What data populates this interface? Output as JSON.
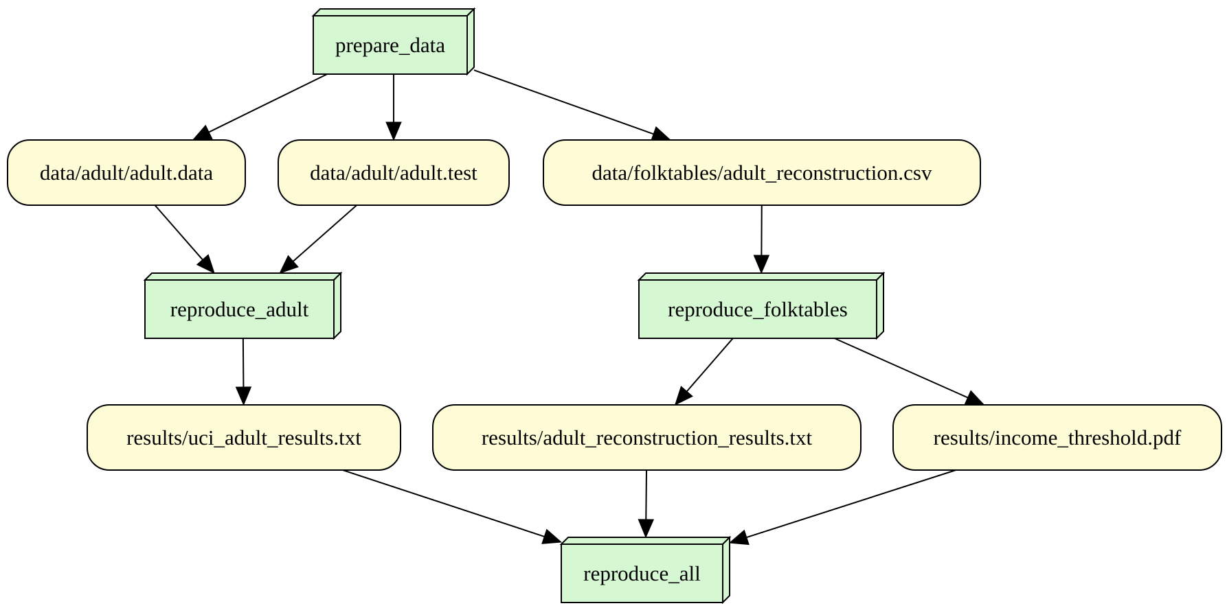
{
  "diagram": {
    "colors": {
      "task_fill": "#d5f7d2",
      "file_fill": "#fefcd6",
      "stroke": "#000000"
    },
    "nodes": [
      {
        "id": "prepare_data",
        "label": "prepare_data",
        "kind": "task"
      },
      {
        "id": "adult_data",
        "label": "data/adult/adult.data",
        "kind": "file"
      },
      {
        "id": "adult_test",
        "label": "data/adult/adult.test",
        "kind": "file"
      },
      {
        "id": "folk_csv",
        "label": "data/folktables/adult_reconstruction.csv",
        "kind": "file"
      },
      {
        "id": "reproduce_adult",
        "label": "reproduce_adult",
        "kind": "task"
      },
      {
        "id": "reproduce_folktables",
        "label": "reproduce_folktables",
        "kind": "task"
      },
      {
        "id": "uci_results",
        "label": "results/uci_adult_results.txt",
        "kind": "file"
      },
      {
        "id": "recon_results",
        "label": "results/adult_reconstruction_results.txt",
        "kind": "file"
      },
      {
        "id": "income_pdf",
        "label": "results/income_threshold.pdf",
        "kind": "file"
      },
      {
        "id": "reproduce_all",
        "label": "reproduce_all",
        "kind": "task"
      }
    ],
    "edges": [
      {
        "from": "prepare_data",
        "to": "adult_data"
      },
      {
        "from": "prepare_data",
        "to": "adult_test"
      },
      {
        "from": "prepare_data",
        "to": "folk_csv"
      },
      {
        "from": "adult_data",
        "to": "reproduce_adult"
      },
      {
        "from": "adult_test",
        "to": "reproduce_adult"
      },
      {
        "from": "folk_csv",
        "to": "reproduce_folktables"
      },
      {
        "from": "reproduce_adult",
        "to": "uci_results"
      },
      {
        "from": "reproduce_folktables",
        "to": "recon_results"
      },
      {
        "from": "reproduce_folktables",
        "to": "income_pdf"
      },
      {
        "from": "uci_results",
        "to": "reproduce_all"
      },
      {
        "from": "recon_results",
        "to": "reproduce_all"
      },
      {
        "from": "income_pdf",
        "to": "reproduce_all"
      }
    ]
  }
}
